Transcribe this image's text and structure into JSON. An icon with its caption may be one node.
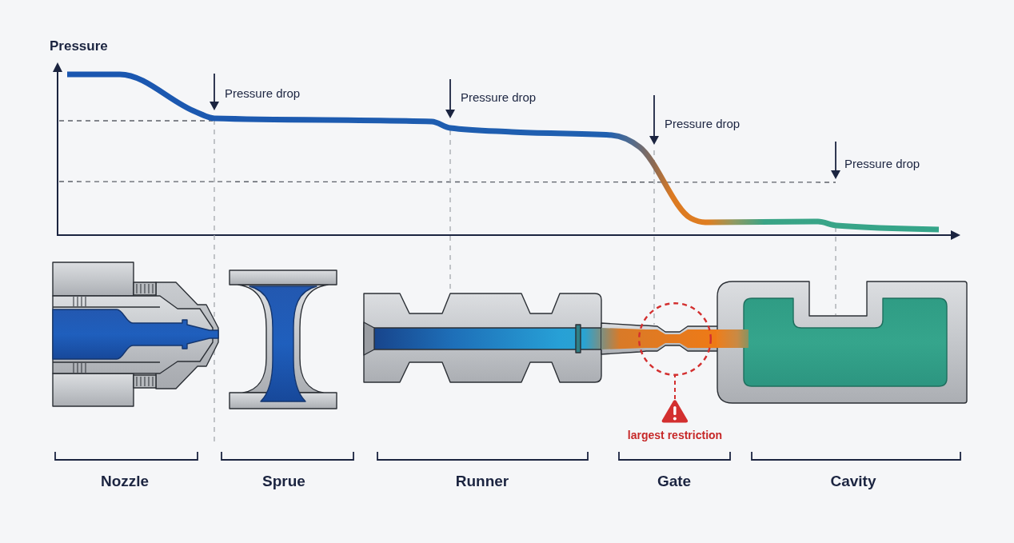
{
  "diagram": {
    "nodes": [
      {
        "text": [],
        "shape": "circle"
      },
      {
        "text": [
          "largest restriction"
        ]
      }
    ],
    "edges": [
      {
        "from": 1,
        "to": 0,
        "arrow": "none",
        "style": "dashed",
        "color": "#d32f2f"
      }
    ],
    "labels": [
      "Pressure",
      "Pressure drop",
      "Pressure drop",
      "Pressure drop",
      "Pressure drop",
      "Nozzle",
      "Sprue",
      "Runner",
      "Gate",
      "Cavity"
    ]
  }
}
